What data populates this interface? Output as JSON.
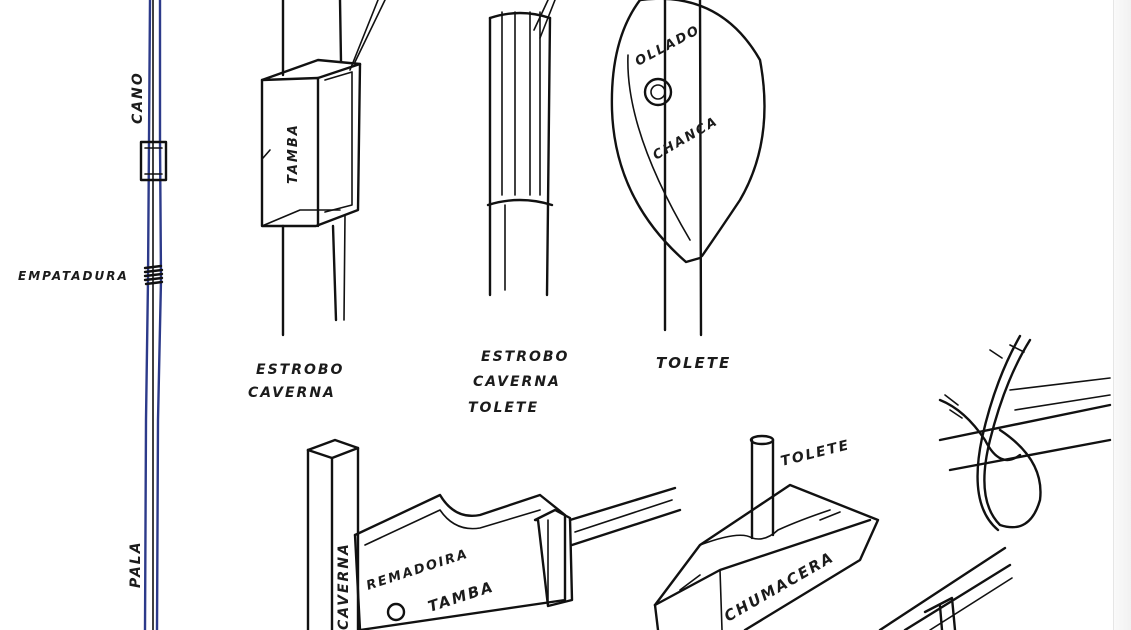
{
  "labels": {
    "cano": "CANO",
    "empatadura": "EMPATADURA",
    "pala": "PALA",
    "tamba_1": "TAMBA",
    "estrobo_caverna_1": [
      "ESTROBO",
      "CAVERNA"
    ],
    "estrobo_caverna_tolete": [
      "ESTROBO",
      "CAVERNA",
      "TOLETE"
    ],
    "ollado": "OLLADO",
    "chanca": "CHANCA",
    "tolete_1": "TOLETE",
    "caverna": "CAVERNA",
    "remadoira": "REMADOIRA",
    "tamba_2": "TAMBA",
    "tolete_2": "TOLETE",
    "chumacera": "CHUMACERA"
  },
  "colors": {
    "ink": "#111111",
    "blue_ink": "#2c3a8a",
    "paper": "#ffffff"
  }
}
